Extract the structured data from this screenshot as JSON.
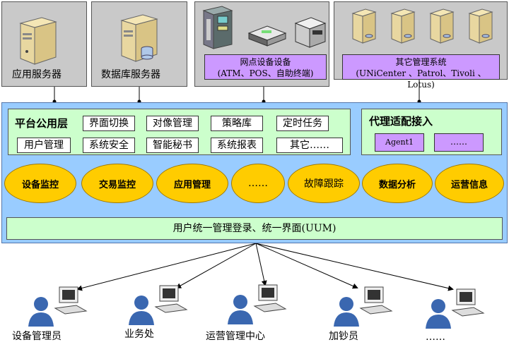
{
  "top": {
    "app_server_label": "应用服务器",
    "db_server_label": "数据库服务器",
    "branch_devices": {
      "title": "网点设备设备",
      "subtitle": "(ATM、POS、自助终端)"
    },
    "other_systems": {
      "title": "其它管理系统",
      "subtitle": "(UNiCenter 、Patrol、Tivoli 、Lotus)"
    }
  },
  "platform": {
    "common_layer_title": "平台公用层",
    "modules_row1": [
      "界面切换",
      "对像管理",
      "策略库",
      "定时任务"
    ],
    "modules_row2": [
      "用户管理",
      "系统安全",
      "智能秘书",
      "系统报表",
      "其它……"
    ],
    "proxy_title": "代理适配接入",
    "agents": [
      "Agent1",
      "……"
    ],
    "functions": [
      "设备监控",
      "交易监控",
      "应用管理",
      "……",
      "故障跟踪",
      "数据分析",
      "运营信息"
    ],
    "uum_label": "用户统一管理登录、统一界面(UUM)"
  },
  "users": [
    "设备管理员",
    "业务处",
    "运营管理中心",
    "加钞员",
    "……"
  ],
  "colors": {
    "server_panel": "#c9c9c9",
    "platform": "#99ccff",
    "layer": "#ccffcc",
    "oval": "#ffcc00",
    "purple": "#cc99ff",
    "user_icon": "#3a67b0"
  }
}
